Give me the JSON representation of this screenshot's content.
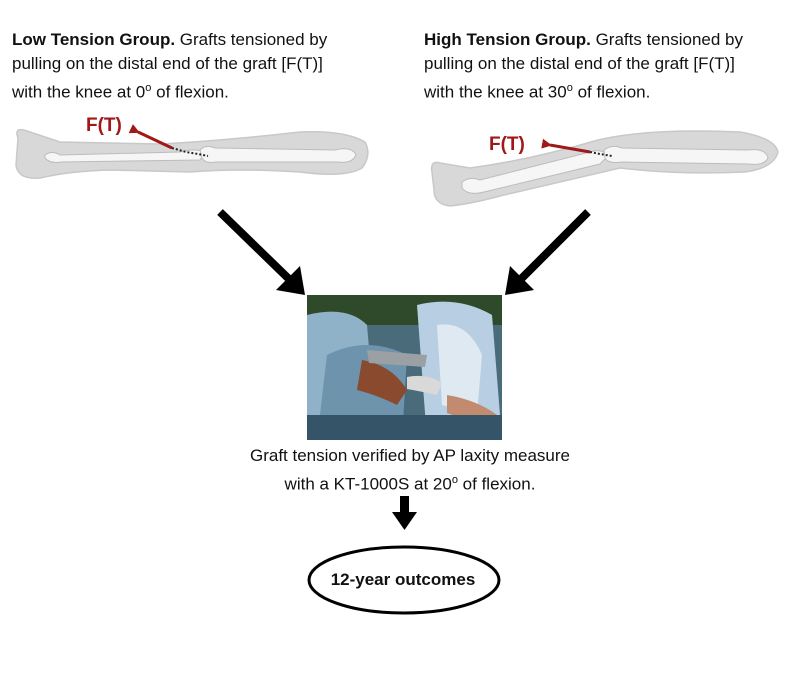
{
  "low_group": {
    "title": "Low Tension Group.",
    "line1": "Grafts tensioned by",
    "line2": "pulling on the distal end of the graft [F(T)]",
    "line3_pre": "with the knee at 0",
    "line3_sup": "o",
    "line3_post": " of flexion."
  },
  "high_group": {
    "title": "High Tension Group.",
    "line1": "Grafts tensioned by",
    "line2": "pulling on the distal end of the graft [F(T)]",
    "line3_pre": "with the knee at 30",
    "line3_sup": "o",
    "line3_post": " of flexion."
  },
  "force_label": "F(T)",
  "verification": {
    "line1": "Graft tension verified by AP laxity measure",
    "line2_pre": "with a KT-1000S at 20",
    "line2_sup": "o",
    "line2_post": " of flexion."
  },
  "outcome": "12-year outcomes",
  "colors": {
    "arrow": "#000000",
    "force_arrow": "#a01818",
    "leg_outline": "#d0d0d0",
    "bone": "#f4f4f4"
  }
}
